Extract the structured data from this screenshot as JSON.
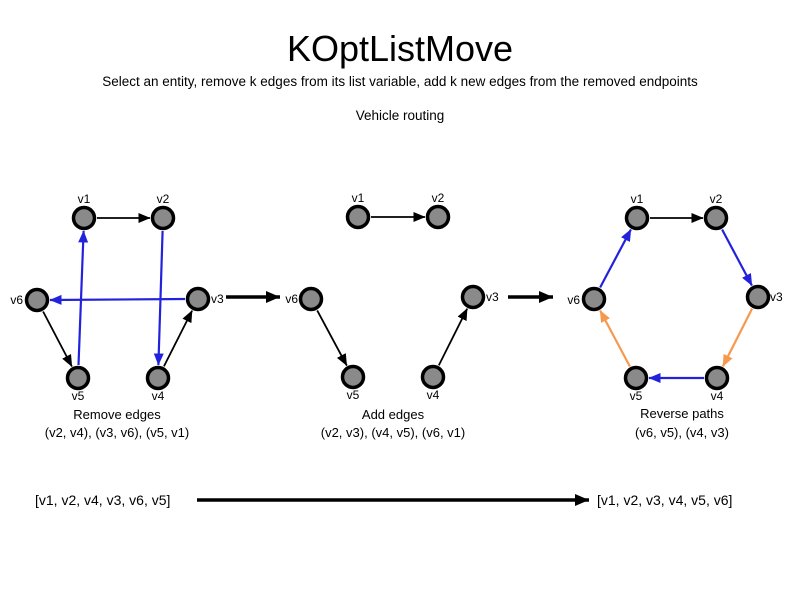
{
  "header": {
    "title": "KOptListMove",
    "subtitle": "Select an entity, remove k edges from its list variable, add k new edges from the removed endpoints",
    "context": "Vehicle routing"
  },
  "node_labels": [
    "v1",
    "v2",
    "v3",
    "v4",
    "v5",
    "v6"
  ],
  "colors": {
    "edge_default": "#000000",
    "edge_removed_added_blue": "#2222dd",
    "edge_reversed_orange": "#f7994d",
    "node_fill": "#8a8a8a",
    "node_stroke": "#000000"
  },
  "diagrams": [
    {
      "caption": "Remove edges",
      "edge_list": "(v2, v4), (v3, v6), (v5, v1)",
      "edges": [
        {
          "from": "v1",
          "to": "v2",
          "color": "black"
        },
        {
          "from": "v2",
          "to": "v4",
          "color": "blue"
        },
        {
          "from": "v3",
          "to": "v6",
          "color": "blue"
        },
        {
          "from": "v5",
          "to": "v1",
          "color": "blue"
        },
        {
          "from": "v6",
          "to": "v5",
          "color": "black"
        },
        {
          "from": "v4",
          "to": "v3",
          "color": "black"
        }
      ]
    },
    {
      "caption": "Add edges",
      "edge_list": "(v2, v3), (v4, v5), (v6, v1)",
      "edges": [
        {
          "from": "v1",
          "to": "v2",
          "color": "black"
        },
        {
          "from": "v6",
          "to": "v5",
          "color": "black"
        },
        {
          "from": "v4",
          "to": "v3",
          "color": "black"
        }
      ]
    },
    {
      "caption": "Reverse paths",
      "edge_list": "(v6, v5), (v4, v3)",
      "edges": [
        {
          "from": "v1",
          "to": "v2",
          "color": "black"
        },
        {
          "from": "v2",
          "to": "v3",
          "color": "blue"
        },
        {
          "from": "v3",
          "to": "v4",
          "color": "orange"
        },
        {
          "from": "v4",
          "to": "v5",
          "color": "blue"
        },
        {
          "from": "v5",
          "to": "v6",
          "color": "orange"
        },
        {
          "from": "v6",
          "to": "v1",
          "color": "blue"
        }
      ]
    }
  ],
  "list_transform": {
    "before": "[v1, v2, v4, v3, v6, v5]",
    "after": "[v1, v2, v3, v4, v5, v6]"
  }
}
